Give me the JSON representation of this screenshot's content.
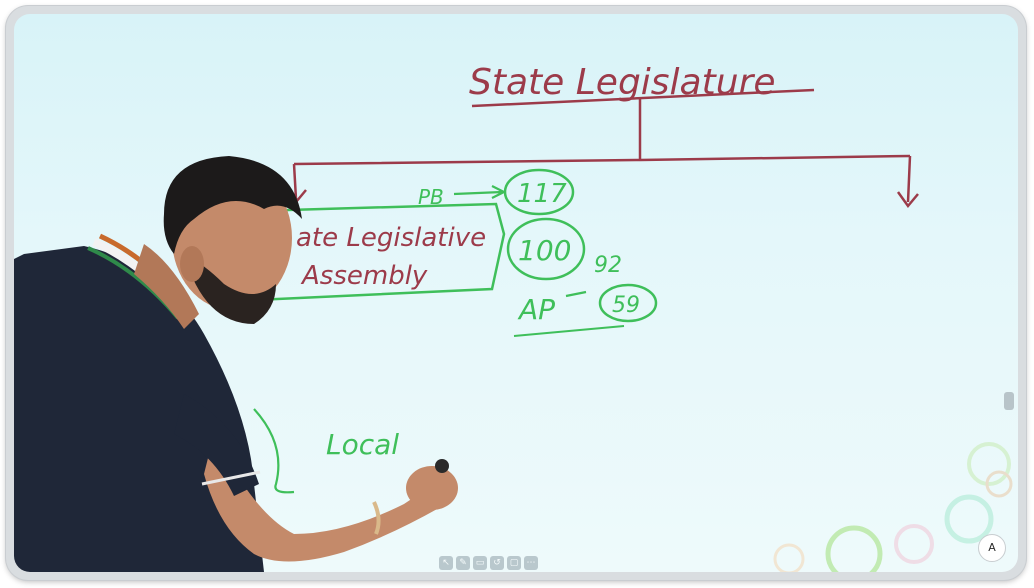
{
  "board": {
    "title": "State Legislature",
    "left_box_line1": "ate Legislative",
    "left_box_line2": "Assembly",
    "arrow_label": "PB",
    "circle_1": "117",
    "circle_2": "100",
    "ap_label": "AP",
    "ap_value": "92",
    "ap_circle": "59",
    "lower_word": "Local"
  },
  "colors": {
    "maroon_ink": "#9c3b4a",
    "green_ink": "#3fbf5a",
    "board_bg": "#e2f6f9",
    "shirt": "#1f2738",
    "skin": "#c48a6a",
    "hair": "#1c1a1a"
  },
  "toolbar": {
    "icons": [
      "pointer-icon",
      "pen-icon",
      "eraser-icon",
      "undo-icon",
      "page-icon",
      "more-icon"
    ]
  },
  "corner_badge": "A"
}
